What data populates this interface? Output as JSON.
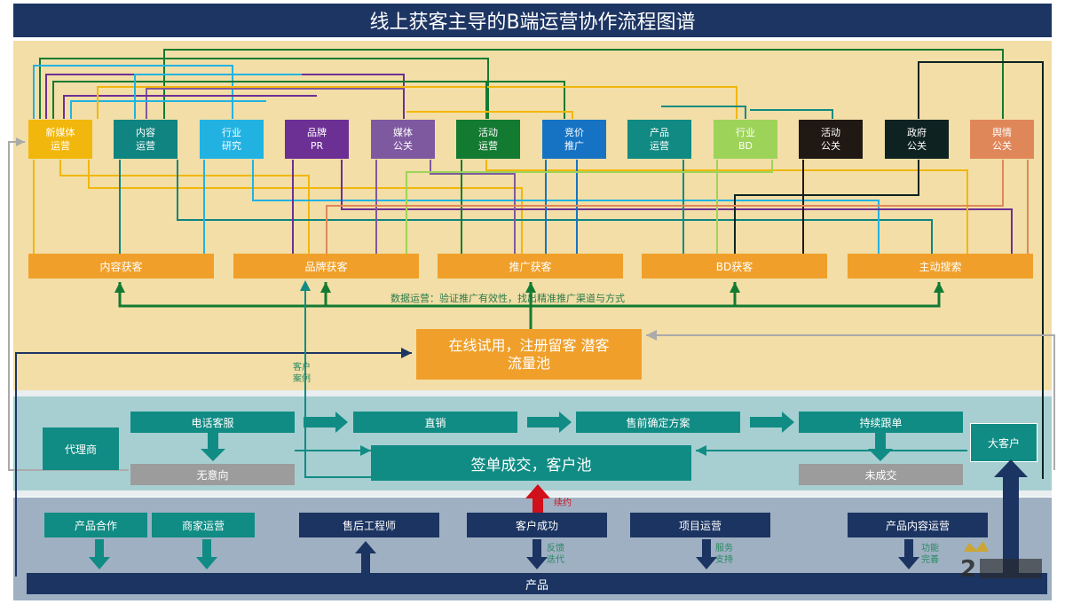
{
  "title": "线上获客主导的B端运营协作流程图谱",
  "departments": [
    {
      "label": "新媒体\n运营",
      "color": "#f2b70c"
    },
    {
      "label": "内容\n运营",
      "color": "#0f8480"
    },
    {
      "label": "行业\n研究",
      "color": "#22b2e2"
    },
    {
      "label": "品牌\nPR",
      "color": "#6c2f94"
    },
    {
      "label": "媒体\n公关",
      "color": "#7f59a0"
    },
    {
      "label": "活动\n运营",
      "color": "#137a32"
    },
    {
      "label": "竞价\n推广",
      "color": "#1673c4"
    },
    {
      "label": "产品\n运营",
      "color": "#108a82"
    },
    {
      "label": "行业\nBD",
      "color": "#9ed35a"
    },
    {
      "label": "活动\n公关",
      "color": "#201812"
    },
    {
      "label": "政府\n公关",
      "color": "#0e2321"
    },
    {
      "label": "舆情\n公关",
      "color": "#e0875a"
    }
  ],
  "acquisition": [
    "内容获客",
    "品牌获客",
    "推广获客",
    "BD获客",
    "主动搜索"
  ],
  "data_ops_note": "数据运营：验证推广有效性，找出精准推广渠道与方式",
  "trial_pool": "在线试用，注册留客 潜客\n流量池",
  "case_note": "客户\n案例",
  "sales": {
    "agent": "代理商",
    "phone_service": "电话客服",
    "direct_sales": "直销",
    "presales": "售前确定方案",
    "follow_up": "持续跟单",
    "no_intent": "无意向",
    "not_closed": "未成交",
    "signed": "签单成交，客户池",
    "big_client": "大客户"
  },
  "renew_note": "续约",
  "bottom": {
    "product_coop": "产品合作",
    "merchant_ops": "商家运营",
    "after_sales": "售后工程师",
    "customer_success": "客户成功",
    "project_ops": "项目运营",
    "product_content_ops": "产品内容运营",
    "feedback_note": "反馈\n迭代",
    "service_note": "服务\n支持",
    "feature_note": "功能\n完善",
    "product_bar": "产品"
  }
}
